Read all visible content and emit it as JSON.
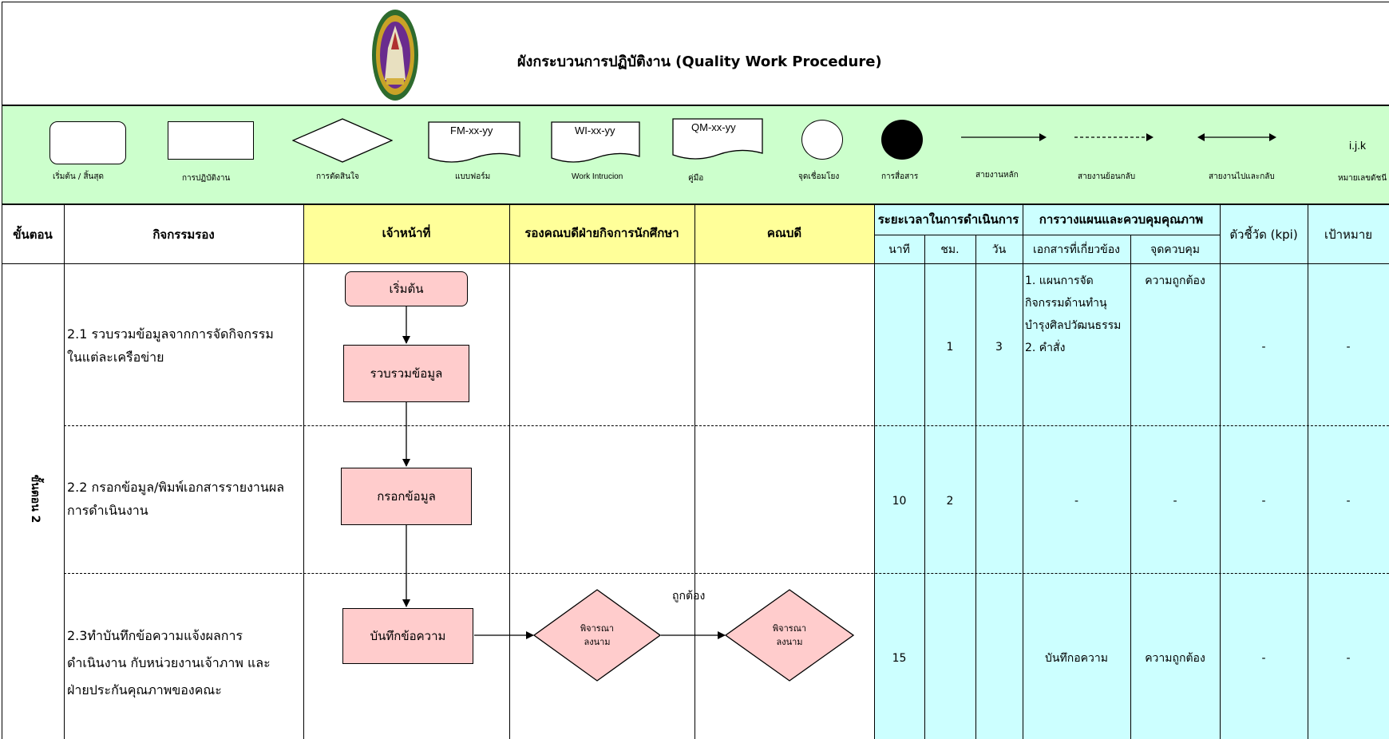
{
  "header": {
    "title": "ผังกระบวนการปฏิบัติงาน (Quality Work Procedure)",
    "logo": "university-seal"
  },
  "legend": {
    "start_end": "เริ่มต้น / สิ้นสุด",
    "process": "การปฏิบัติงาน",
    "decision": "การตัดสินใจ",
    "form_code": "FM-xx-yy",
    "form": "แบบฟอร์ม",
    "wi_code": "WI-xx-yy",
    "wi": "Work Intrucion",
    "qm_code": "QM-xx-yy",
    "qm": "คู่มือ",
    "connector": "จุดเชื่อมโยง",
    "communication": "การสื่อสาร",
    "main_line": "สายงานหลัก",
    "return_line": "สายงานย้อนกลับ",
    "twoway_line": "สายงานไปและกลับ",
    "index_code": "i.j.k",
    "index": "หมายเลขดัชนี"
  },
  "table_header": {
    "step": "ขั้นตอน",
    "activity": "กิจกรรมรอง",
    "officer": "เจ้าหน้าที่",
    "deputy_dean": "รองคณบดีฝ่ายกิจการนักศึกษา",
    "dean": "คณบดี",
    "duration": "ระยะเวลาในการดำเนินการ",
    "minute": "นาที",
    "hour": "ชม.",
    "day": "วัน",
    "planning": "การวางแผนและควบคุมคุณภาพ",
    "related_docs": "เอกสารที่เกี่ยวข้อง",
    "control_point": "จุดควบคุม",
    "kpi": "ตัวชี้วัด (kpi)",
    "target": "เป้าหมาย"
  },
  "step_label": "ขั้นตอน 2",
  "rows": [
    {
      "activity": [
        "2.1 รวบรวมข้อมูลจากการจัดกิจกรรม",
        "ในแต่ละเครือข่าย"
      ],
      "minute": "",
      "hour": "1",
      "day": "3",
      "docs": [
        "1. แผนการจัด",
        "กิจกรรมด้านทำนุ",
        "บำรุงศิลปวัฒนธรรม",
        "2. คำสั่ง"
      ],
      "control": "ความถูกต้อง",
      "kpi": "-",
      "target": "-"
    },
    {
      "activity": [
        "2.2 กรอกข้อมูล/พิมพ์เอกสารรายงานผล",
        "การดำเนินงาน"
      ],
      "minute": "10",
      "hour": "2",
      "day": "",
      "docs": [
        "-"
      ],
      "control": "-",
      "kpi": "-",
      "target": "-"
    },
    {
      "activity": [
        "2.3ทำบันทึกข้อความแจ้งผลการ",
        "ดำเนินงาน กับหน่วยงานเจ้าภาพ และ",
        "ฝ่ายประกันคุณภาพของคณะ"
      ],
      "minute": "15",
      "hour": "",
      "day": "",
      "docs": [
        "บันทึกอความ"
      ],
      "control": "ความถูกต้อง",
      "kpi": "-",
      "target": "-"
    }
  ],
  "flow": {
    "start": "เริ่มต้น",
    "collect": "รวบรวมข้อมูล",
    "fill": "กรอกข้อมูล",
    "memo": "บันทึกข้อความ",
    "consider1": [
      "พิจารณา",
      "ลงนาม"
    ],
    "consider2": [
      "พิจารณา",
      "ลงนาม"
    ],
    "correct": "ถูกต้อง"
  },
  "colors": {
    "legend_bg": "#ccffcc",
    "lane_header_bg": "#ffff99",
    "right_bg": "#ccffff",
    "shape_fill": "#ffcccc"
  }
}
